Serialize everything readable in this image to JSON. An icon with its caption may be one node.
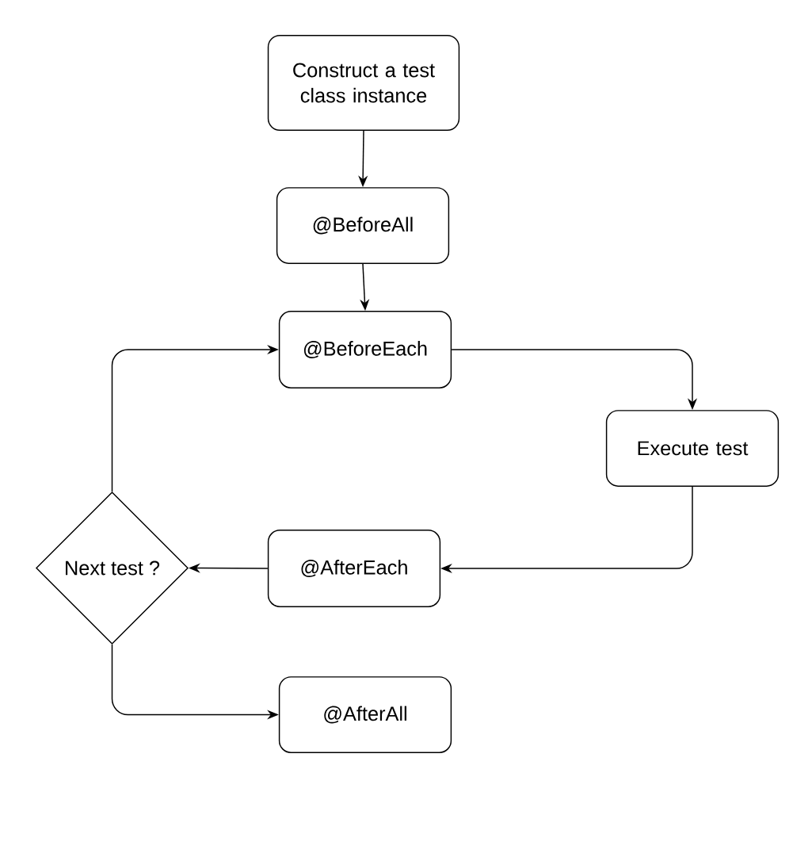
{
  "diagram": {
    "nodes": [
      {
        "text": [
          "Construct a test class instance"
        ]
      },
      {
        "text": [
          "@BeforeAll"
        ]
      },
      {
        "text": [
          "@BeforeEach"
        ]
      },
      {
        "text": [
          "Execute test"
        ]
      },
      {
        "text": [
          "@AfterEach"
        ]
      },
      {
        "text": [
          "Next test ?"
        ]
      },
      {
        "text": [
          "@AfterAll"
        ]
      }
    ],
    "edges": [
      {
        "from": 0,
        "to": 1,
        "arrow": "to"
      },
      {
        "from": 1,
        "to": 2,
        "arrow": "to"
      },
      {
        "from": 2,
        "to": 3,
        "arrow": "to"
      },
      {
        "from": 3,
        "to": 4,
        "arrow": "to"
      },
      {
        "from": 4,
        "to": 5,
        "arrow": "to"
      },
      {
        "from": 5,
        "to": 2,
        "arrow": "to"
      },
      {
        "from": 5,
        "to": 6,
        "arrow": "to"
      }
    ]
  }
}
